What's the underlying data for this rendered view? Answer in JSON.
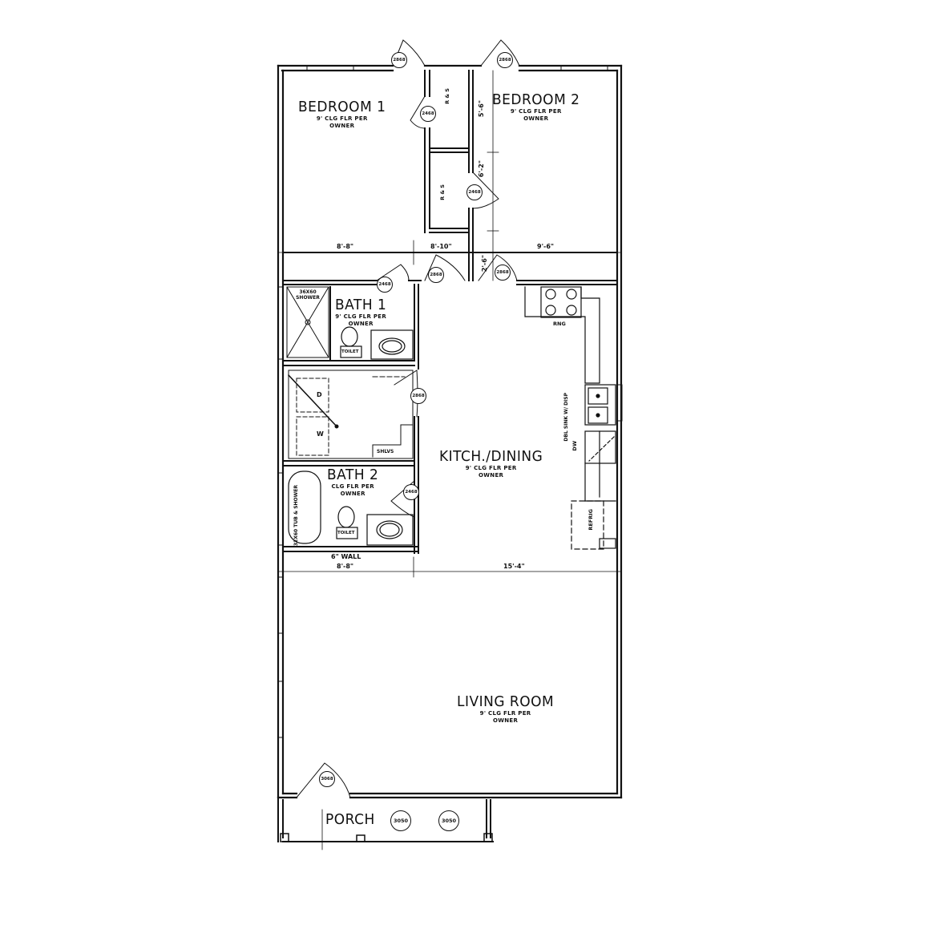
{
  "plan": {
    "rooms": [
      {
        "name": "BEDROOM 1",
        "note_line1": "9' CLG FLR PER",
        "note_line2": "OWNER"
      },
      {
        "name": "BEDROOM 2",
        "note_line1": "9' CLG FLR PER",
        "note_line2": "OWNER"
      },
      {
        "name": "BATH 1",
        "note_line1": "9' CLG FLR PER",
        "note_line2": "OWNER"
      },
      {
        "name": "BATH 2",
        "note_line1": "CLG FLR PER",
        "note_line2": "OWNER"
      },
      {
        "name": "KITCH./DINING",
        "note_line1": "9' CLG FLR PER",
        "note_line2": "OWNER"
      },
      {
        "name": "LIVING ROOM",
        "note_line1": "9' CLG FLR PER",
        "note_line2": "OWNER"
      },
      {
        "name": "PORCH"
      }
    ],
    "dimensions": {
      "bedroom1_width": "8'-8\"",
      "closet_width": "8'-10\"",
      "bedroom2_width": "9'-6\"",
      "closet_upper": "5'-6\"",
      "closet_lower": "6'-2\"",
      "hall_small": "2'-6\"",
      "bath_width": "8'-8\"",
      "kitchen_width": "15'-4\"",
      "wall_note": "6\" WALL"
    },
    "door_tags": {
      "bedroom1_exterior": "2868",
      "bedroom2_exterior": "2868",
      "closet1": "2468",
      "closet2": "2468",
      "bedroom1_door": "2868",
      "bedroom2_door": "2868",
      "bath1_door": "2468",
      "laundry_door": "2868",
      "bath2_door": "2468",
      "front_door": "3068"
    },
    "window_tags": [
      "3050",
      "3050"
    ],
    "fixtures": {
      "shower": "36X60 SHOWER",
      "closet_shelf_upper": "R & S",
      "closet_shelf_lower": "R & S",
      "bath1_toilet": "TOILET",
      "bath2_toilet": "TOILET",
      "tub": "32X60 TUB & SHOWER",
      "washer": "W",
      "dryer": "D",
      "shelves": "SHLVS",
      "range": "RNG",
      "sink": "DBL SINK W/ DISP",
      "dishwasher": "DW",
      "refrigerator": "REFRIG"
    }
  }
}
